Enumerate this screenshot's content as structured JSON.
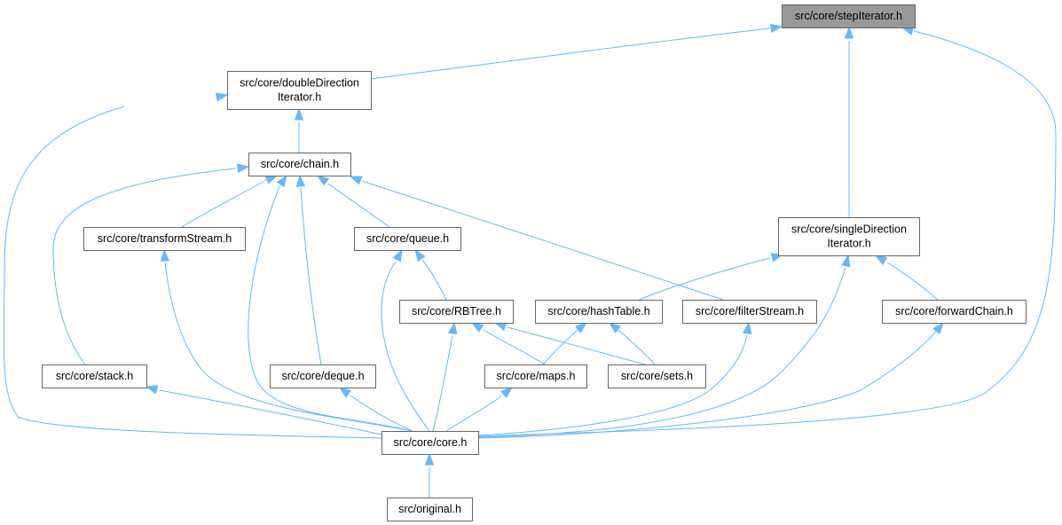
{
  "graph": {
    "title": "",
    "nodes": [
      {
        "id": "stepIterator",
        "lines": [
          "src/core/stepIterator.h"
        ],
        "highlight": true
      },
      {
        "id": "doubleDirection",
        "lines": [
          "src/core/doubleDirection",
          "Iterator.h"
        ]
      },
      {
        "id": "singleDirection",
        "lines": [
          "src/core/singleDirection",
          "Iterator.h"
        ]
      },
      {
        "id": "chain",
        "lines": [
          "src/core/chain.h"
        ]
      },
      {
        "id": "transformStream",
        "lines": [
          "src/core/transformStream.h"
        ]
      },
      {
        "id": "queue",
        "lines": [
          "src/core/queue.h"
        ]
      },
      {
        "id": "rbtree",
        "lines": [
          "src/core/RBTree.h"
        ]
      },
      {
        "id": "hashTable",
        "lines": [
          "src/core/hashTable.h"
        ]
      },
      {
        "id": "filterStream",
        "lines": [
          "src/core/filterStream.h"
        ]
      },
      {
        "id": "forwardChain",
        "lines": [
          "src/core/forwardChain.h"
        ]
      },
      {
        "id": "stack",
        "lines": [
          "src/core/stack.h"
        ]
      },
      {
        "id": "deque",
        "lines": [
          "src/core/deque.h"
        ]
      },
      {
        "id": "maps",
        "lines": [
          "src/core/maps.h"
        ]
      },
      {
        "id": "sets",
        "lines": [
          "src/core/sets.h"
        ]
      },
      {
        "id": "core",
        "lines": [
          "src/core/core.h"
        ]
      },
      {
        "id": "original",
        "lines": [
          "src/original.h"
        ]
      }
    ],
    "edges": [
      {
        "from": "doubleDirection",
        "to": "stepIterator"
      },
      {
        "from": "singleDirection",
        "to": "stepIterator"
      },
      {
        "from": "core",
        "to": "stepIterator"
      },
      {
        "from": "chain",
        "to": "doubleDirection"
      },
      {
        "from": "core",
        "to": "doubleDirection"
      },
      {
        "from": "stack",
        "to": "chain"
      },
      {
        "from": "transformStream",
        "to": "chain"
      },
      {
        "from": "core",
        "to": "chain"
      },
      {
        "from": "deque",
        "to": "chain"
      },
      {
        "from": "queue",
        "to": "chain"
      },
      {
        "from": "filterStream",
        "to": "chain"
      },
      {
        "from": "hashTable",
        "to": "singleDirection"
      },
      {
        "from": "core",
        "to": "singleDirection"
      },
      {
        "from": "forwardChain",
        "to": "singleDirection"
      },
      {
        "from": "core",
        "to": "transformStream"
      },
      {
        "from": "rbtree",
        "to": "queue"
      },
      {
        "from": "core",
        "to": "queue"
      },
      {
        "from": "core",
        "to": "rbtree"
      },
      {
        "from": "maps",
        "to": "rbtree"
      },
      {
        "from": "sets",
        "to": "rbtree"
      },
      {
        "from": "maps",
        "to": "hashTable"
      },
      {
        "from": "sets",
        "to": "hashTable"
      },
      {
        "from": "core",
        "to": "filterStream"
      },
      {
        "from": "core",
        "to": "forwardChain"
      },
      {
        "from": "core",
        "to": "stack"
      },
      {
        "from": "core",
        "to": "deque"
      },
      {
        "from": "core",
        "to": "maps"
      },
      {
        "from": "original",
        "to": "core"
      }
    ]
  }
}
